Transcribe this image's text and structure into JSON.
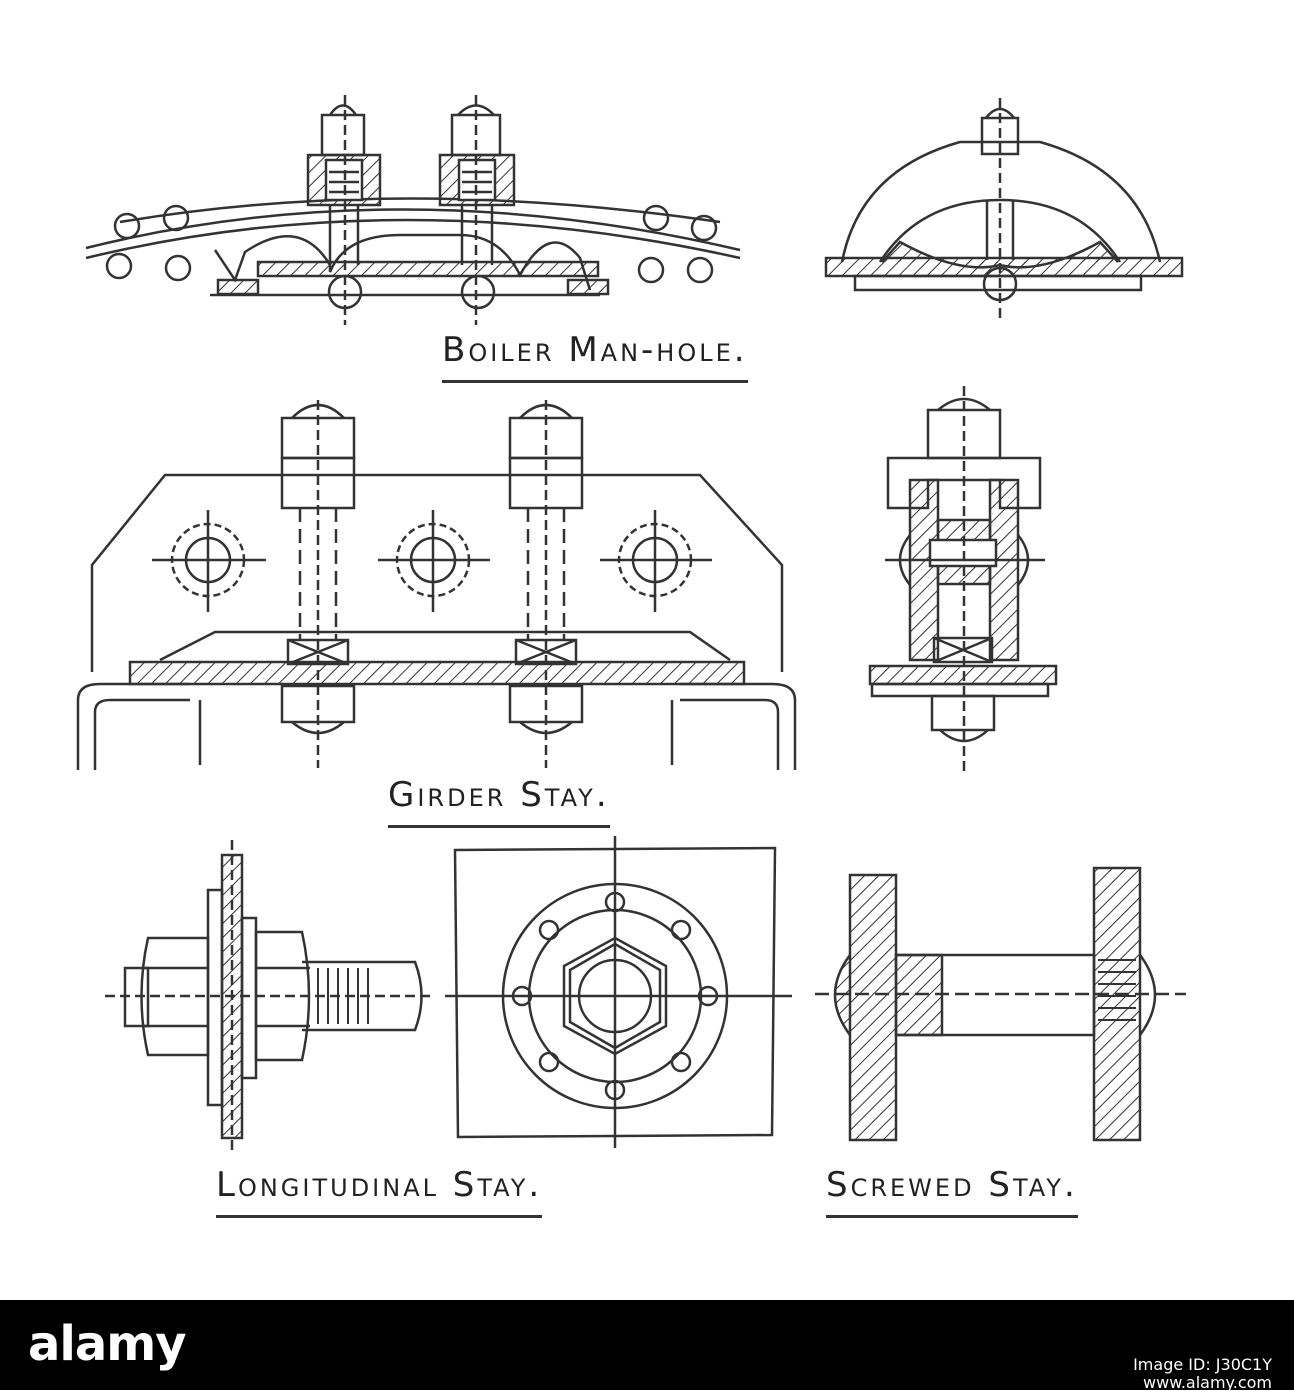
{
  "figure": {
    "captions": {
      "manhole": "Boiler Man-hole.",
      "girder": "Girder Stay.",
      "longitudinal": "Longitudinal Stay.",
      "screwed": "Screwed Stay."
    }
  },
  "footer": {
    "brand": "alamy",
    "image_id_line1": "Image ID: J30C1Y",
    "image_id_line2": "www.alamy.com",
    "background": "#000000",
    "text_color": "#ffffff"
  },
  "colors": {
    "ink": "#222222",
    "paper": "#ffffff"
  }
}
